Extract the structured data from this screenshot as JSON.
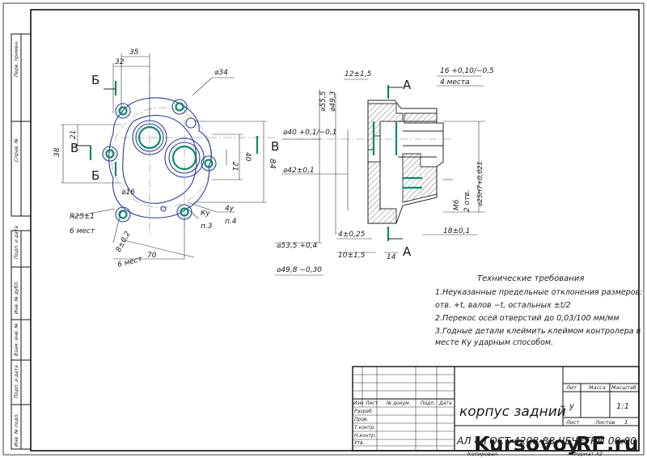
{
  "stamp": {
    "title": "корпус задний",
    "designation": "АЛ 4 ГОСТ 4208-88 ЧЕЧЕТКИ 00.00",
    "headers": {
      "lit": "Лит",
      "mass": "Масса",
      "scale": "Масштаб"
    },
    "lit_value": "у",
    "scale_value": "1:1",
    "sheet_label": "Лист",
    "sheets_label": "Листов",
    "sheets_value": "1",
    "change_cols": [
      "Изм",
      "Лист",
      "№ докум.",
      "Подп.",
      "Дата"
    ],
    "roles": [
      "Разраб.",
      "Пров.",
      "Т.контр.",
      "Н.контр.",
      "Утв."
    ],
    "copied": "Копировал",
    "format": "Формат   А3"
  },
  "side_strip": [
    "Перв. примен.",
    "Справ. №",
    "Подп. и дата",
    "Инв. № дубл.",
    "Взам. инв. №",
    "Подп. и дата",
    "Инв. № подл."
  ],
  "tech_req": {
    "title": "Технические требования",
    "lines": [
      "1.Неуказанные предельные отклонения размеров:",
      "отв. +t, валов −t, остальных ±t/2",
      "2.Перекос осей отверстий до 0,03/100 мм/мм",
      "3.Годные детали клеймить клеймом контролера в",
      "месте Ку ударным способом."
    ]
  },
  "dims": {
    "d32": "32",
    "d35": "35",
    "d34": "⌀34",
    "d21a": "21",
    "d38": "38",
    "d21b": "21",
    "d40": "40",
    "d84": "84",
    "d16": "⌀16",
    "r25": "R25±1",
    "r25n": "6 мест",
    "d82": "8±0,2",
    "d82n": "6 мест",
    "d70": "70",
    "ku": "Ку",
    "p3": "п.3",
    "d4u": "4у",
    "p4": "п.4",
    "d40h": "⌀40 +0,1/−0,1",
    "d12": "12±1,5",
    "d55": "⌀55,5",
    "d49": "⌀49,3",
    "d42": "⌀42±0,1",
    "d53": "⌀53,5 +0,4",
    "d4": "4±0,25",
    "d10": "10±1,5",
    "d14": "14",
    "d49b": "⌀49,8 −0,30",
    "d16b": "16 +0,10/−0,5",
    "n4": "4 места",
    "m6": "М6",
    "n2": "2 отв.",
    "d25": "⌀25Н7+0,021",
    "d18": "18±0,1"
  },
  "section_marks": {
    "b_up": "Б",
    "b_down": "Б",
    "v_left": "В",
    "v_right": "В",
    "a_up": "А",
    "a_down": "А"
  },
  "watermark": {
    "prefix": "Kursovoy",
    "accent": "RF",
    "suffix": ".ru"
  }
}
